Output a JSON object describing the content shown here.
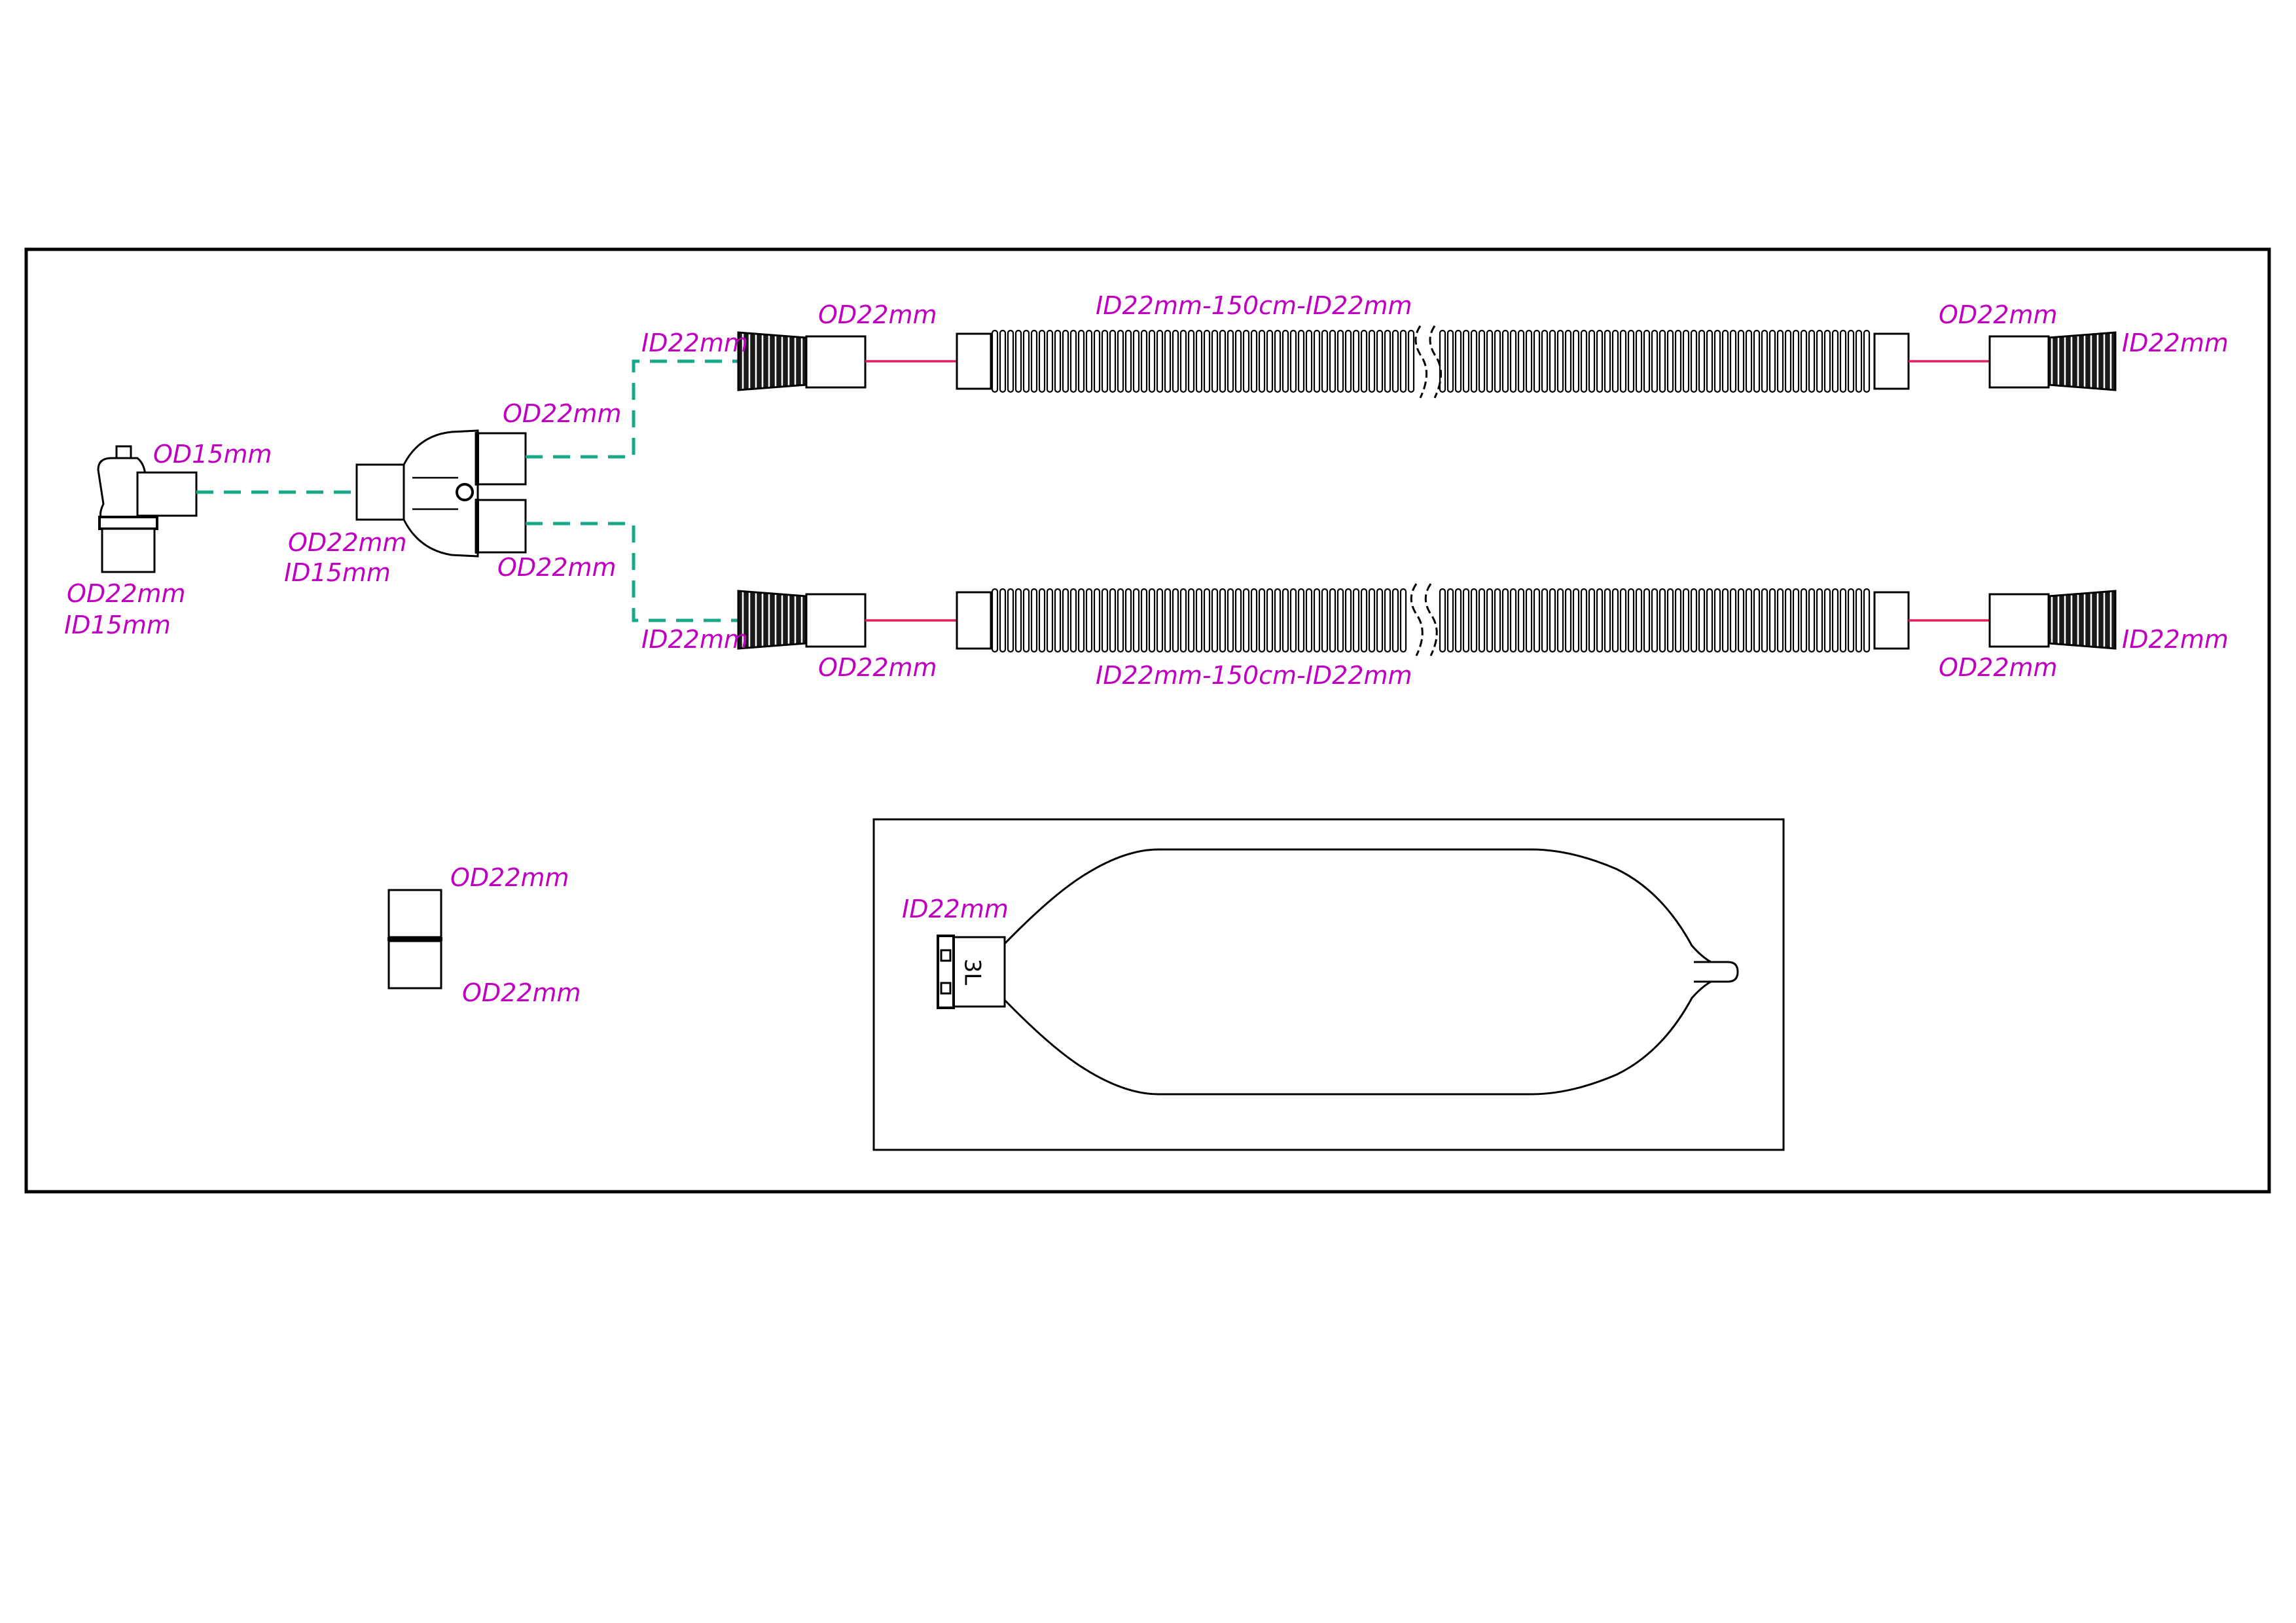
{
  "colors": {
    "label": "#c000c0",
    "dashed_connector": "#1aa88a",
    "solid_connector": "#e0205a",
    "outline": "#000000",
    "background": "#ffffff"
  },
  "labels": {
    "elbow_od": "OD15mm",
    "elbow_bottom_od": "OD22mm",
    "elbow_bottom_id": "ID15mm",
    "wye_in_od": "OD22mm",
    "wye_in_id": "ID15mm",
    "wye_top_od": "OD22mm",
    "wye_bottom_od": "OD22mm",
    "top_left_cuff_id": "ID22mm",
    "top_left_adapter_od": "OD22mm",
    "top_tube": "ID22mm-150cm-ID22mm",
    "top_right_adapter_od": "OD22mm",
    "top_right_cuff_id": "ID22mm",
    "bottom_left_cuff_id": "ID22mm",
    "bottom_left_adapter_od": "OD22mm",
    "bottom_tube": "ID22mm-150cm-ID22mm",
    "bottom_right_adapter_od": "OD22mm",
    "bottom_right_cuff_id": "ID22mm",
    "coupler_top_od": "OD22mm",
    "coupler_bottom_od": "OD22mm",
    "bag_id": "ID22mm",
    "bag_volume": "3L"
  }
}
